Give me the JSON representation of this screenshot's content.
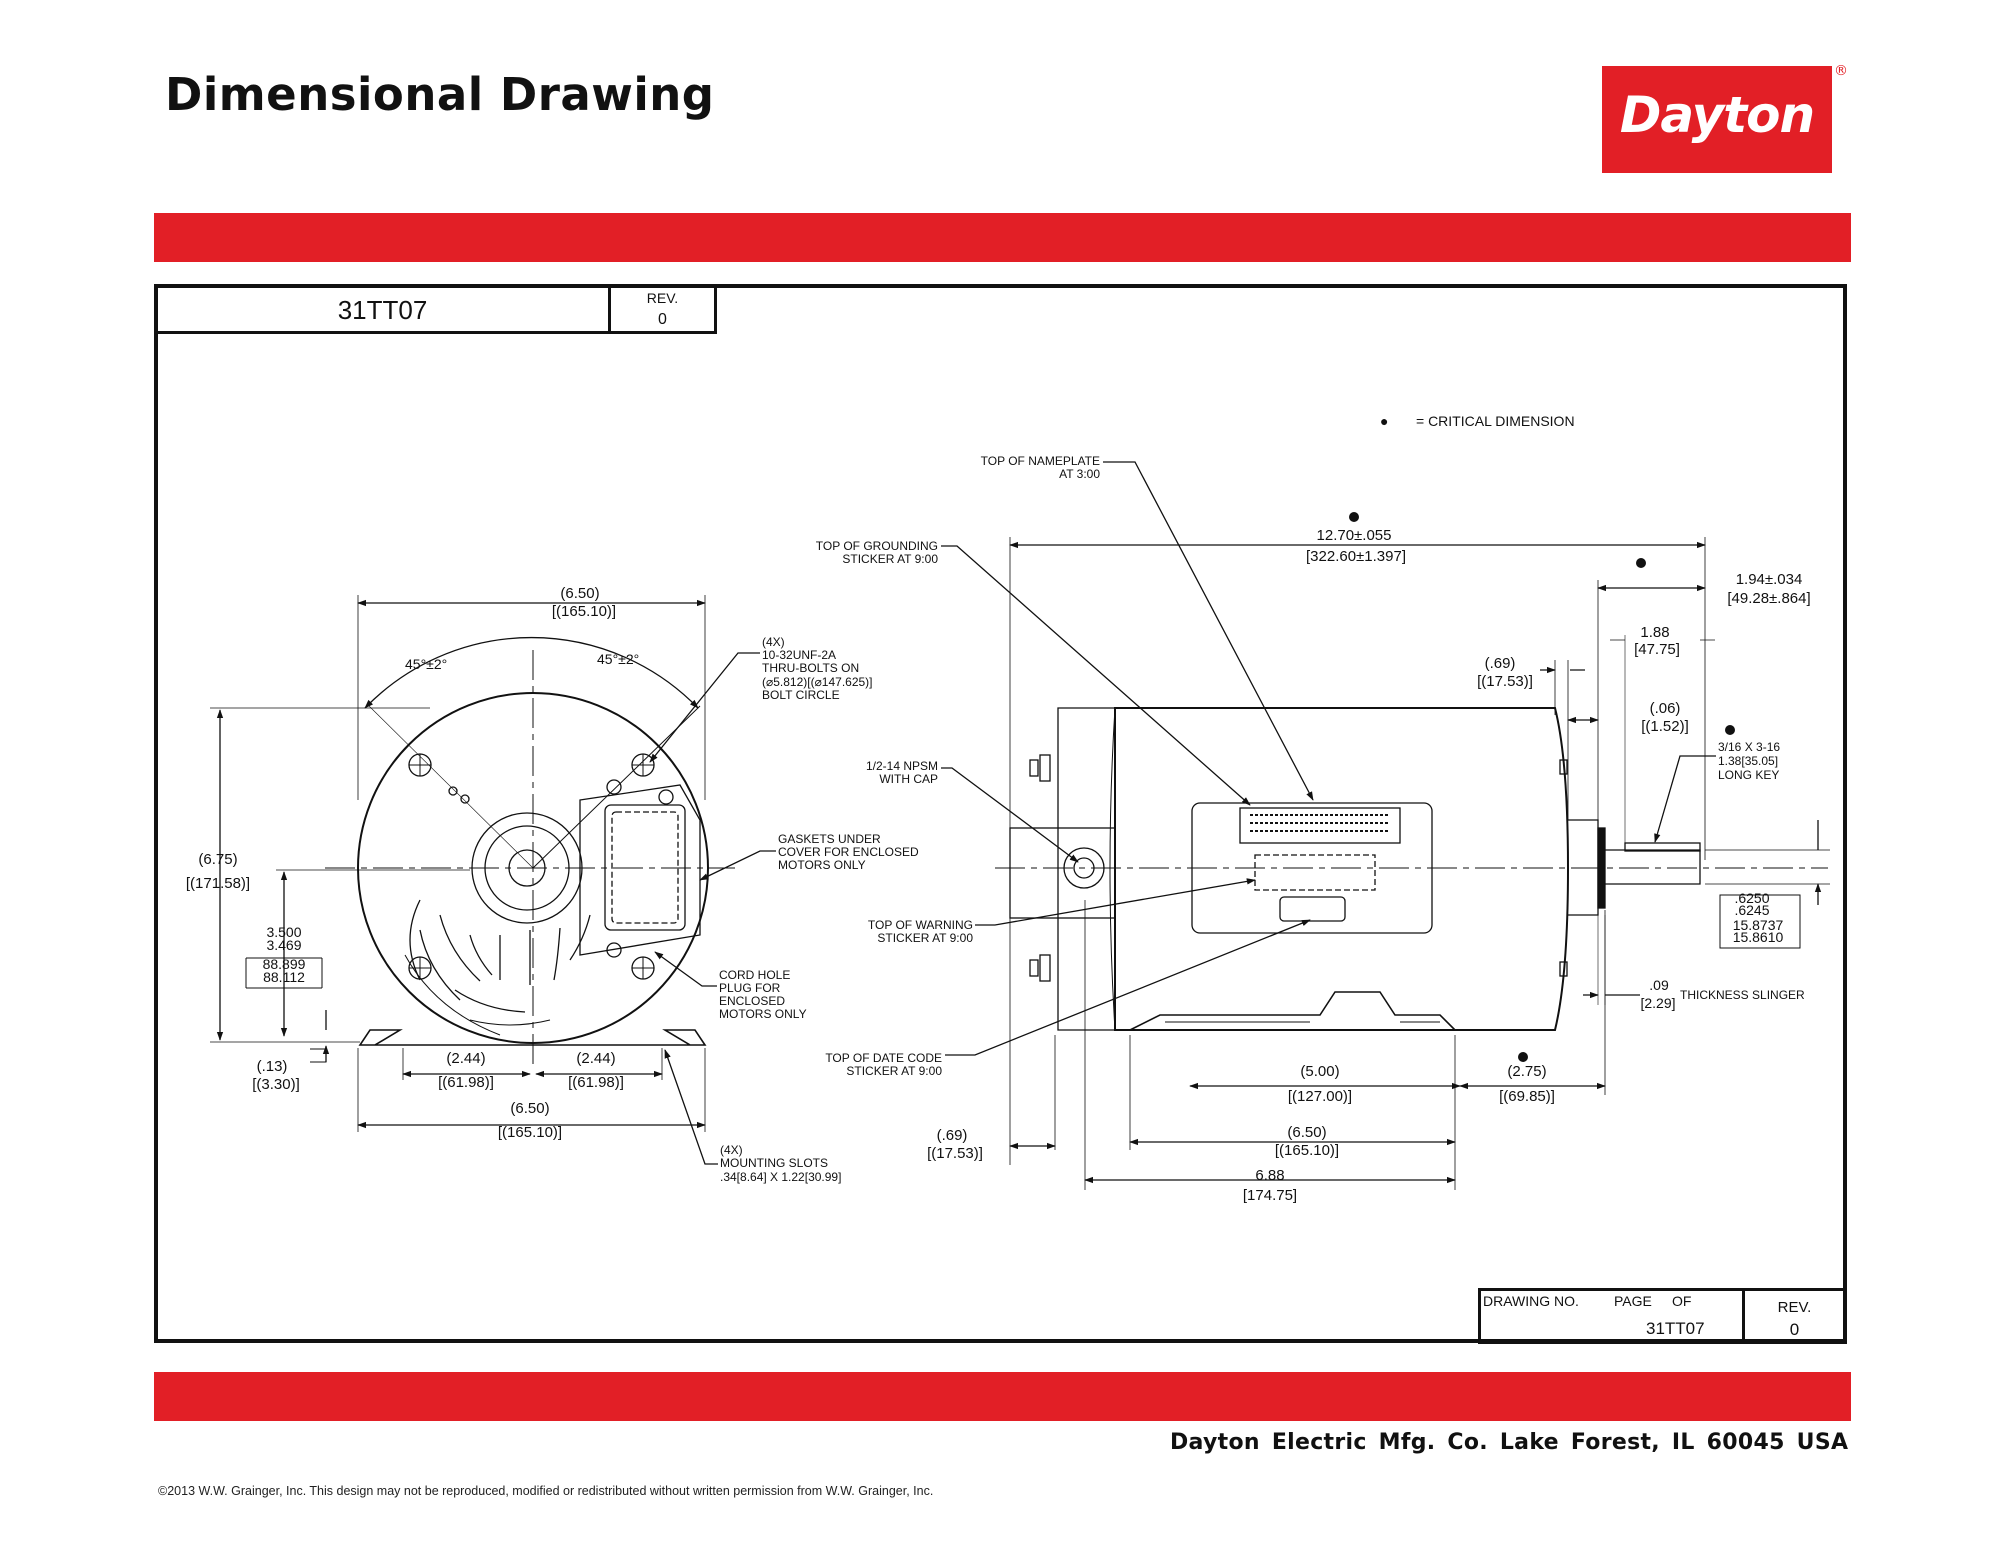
{
  "header": {
    "title": "Dimensional Drawing",
    "logo": "Dayton",
    "logo_mark": "®"
  },
  "colors": {
    "brand_red": "#e21f26",
    "ink": "#111111"
  },
  "title_block_top": {
    "part_number": "31TT07",
    "rev_label": "REV.",
    "rev_value": "0"
  },
  "title_block_bottom": {
    "drawing_no_label": "DRAWING NO.",
    "page_label": "PAGE",
    "of_label": "OF",
    "drawing_no_value": "31TT07",
    "rev_label": "REV.",
    "rev_value": "0"
  },
  "legend": {
    "bullet": "●",
    "text": "= CRITICAL DIMENSION"
  },
  "front_view": {
    "width_top": {
      "a": "(6.50)",
      "b": "[(165.10)]"
    },
    "angle_left": "45°±2°",
    "angle_right": "45°±2°",
    "height_total": {
      "a": "(6.75)",
      "b": "[(171.58)]"
    },
    "shaft_height": {
      "a": "3.500",
      "b": "3.469",
      "c": "88.899",
      "d": "88.112"
    },
    "base_offset": {
      "a": "(.13)",
      "b": "[(3.30)]"
    },
    "slot_left": {
      "a": "(2.44)",
      "b": "[(61.98)]"
    },
    "slot_right": {
      "a": "(2.44)",
      "b": "[(61.98)]"
    },
    "width_bottom": {
      "a": "(6.50)",
      "b": "[(165.10)]"
    },
    "bolts_note": [
      "(4X)",
      "10-32UNF-2A",
      "THRU-BOLTS ON",
      "(⌀5.812)[(⌀147.625)]",
      "BOLT CIRCLE"
    ],
    "gaskets_note": [
      "GASKETS UNDER",
      "COVER FOR ENCLOSED",
      "MOTORS ONLY"
    ],
    "cord_note": [
      "CORD HOLE",
      "PLUG FOR",
      "ENCLOSED",
      "MOTORS ONLY"
    ],
    "slots_note": [
      "(4X)",
      "MOUNTING SLOTS",
      ".34[8.64] X 1.22[30.99]"
    ]
  },
  "side_view": {
    "nameplate_note": [
      "TOP OF NAMEPLATE",
      "AT 3:00"
    ],
    "grounding_note": [
      "TOP OF GROUNDING",
      "STICKER AT 9:00"
    ],
    "npsm_note": [
      "1/2-14 NPSM",
      "WITH CAP"
    ],
    "warning_note": [
      "TOP OF WARNING",
      "STICKER AT 9:00"
    ],
    "datecode_note": [
      "TOP OF DATE CODE",
      "STICKER AT 9:00"
    ],
    "overall_length": {
      "a": "12.70±.055",
      "b": "[322.60±1.397]"
    },
    "shaft_length": {
      "a": "1.94±.034",
      "b": "[49.28±.864]"
    },
    "key_length": {
      "a": "1.88",
      "b": "[47.75]"
    },
    "end_offset": {
      "a": "(.69)",
      "b": "[(17.53)]"
    },
    "shoulder": {
      "a": "(.06)",
      "b": "[(1.52)]"
    },
    "key_note": [
      "3/16 X 3-16",
      "1.38[35.05]",
      "LONG KEY"
    ],
    "shaft_dia": {
      "a": ".6250",
      "b": ".6245",
      "c": "15.8737",
      "d": "15.8610"
    },
    "slinger": {
      "a": ".09",
      "b": "[2.29]",
      "note": "THICKNESS SLINGER"
    },
    "slot_spacing": {
      "a": "(5.00)",
      "b": "[(127.00)]"
    },
    "ba": {
      "a": "(2.75)",
      "b": "[(69.85)]"
    },
    "base_width": {
      "a": "(6.50)",
      "b": "[(165.10)]"
    },
    "left_offset": {
      "a": "(.69)",
      "b": "[(17.53)]"
    },
    "body_length": {
      "a": "6.88",
      "b": "[174.75]"
    }
  },
  "footer": {
    "company": "Dayton Electric Mfg. Co.  Lake Forest, IL  60045  USA",
    "copyright": "©2013 W.W. Grainger, Inc.   This design may not be reproduced, modified or redistributed without written permission from W.W. Grainger, Inc."
  }
}
